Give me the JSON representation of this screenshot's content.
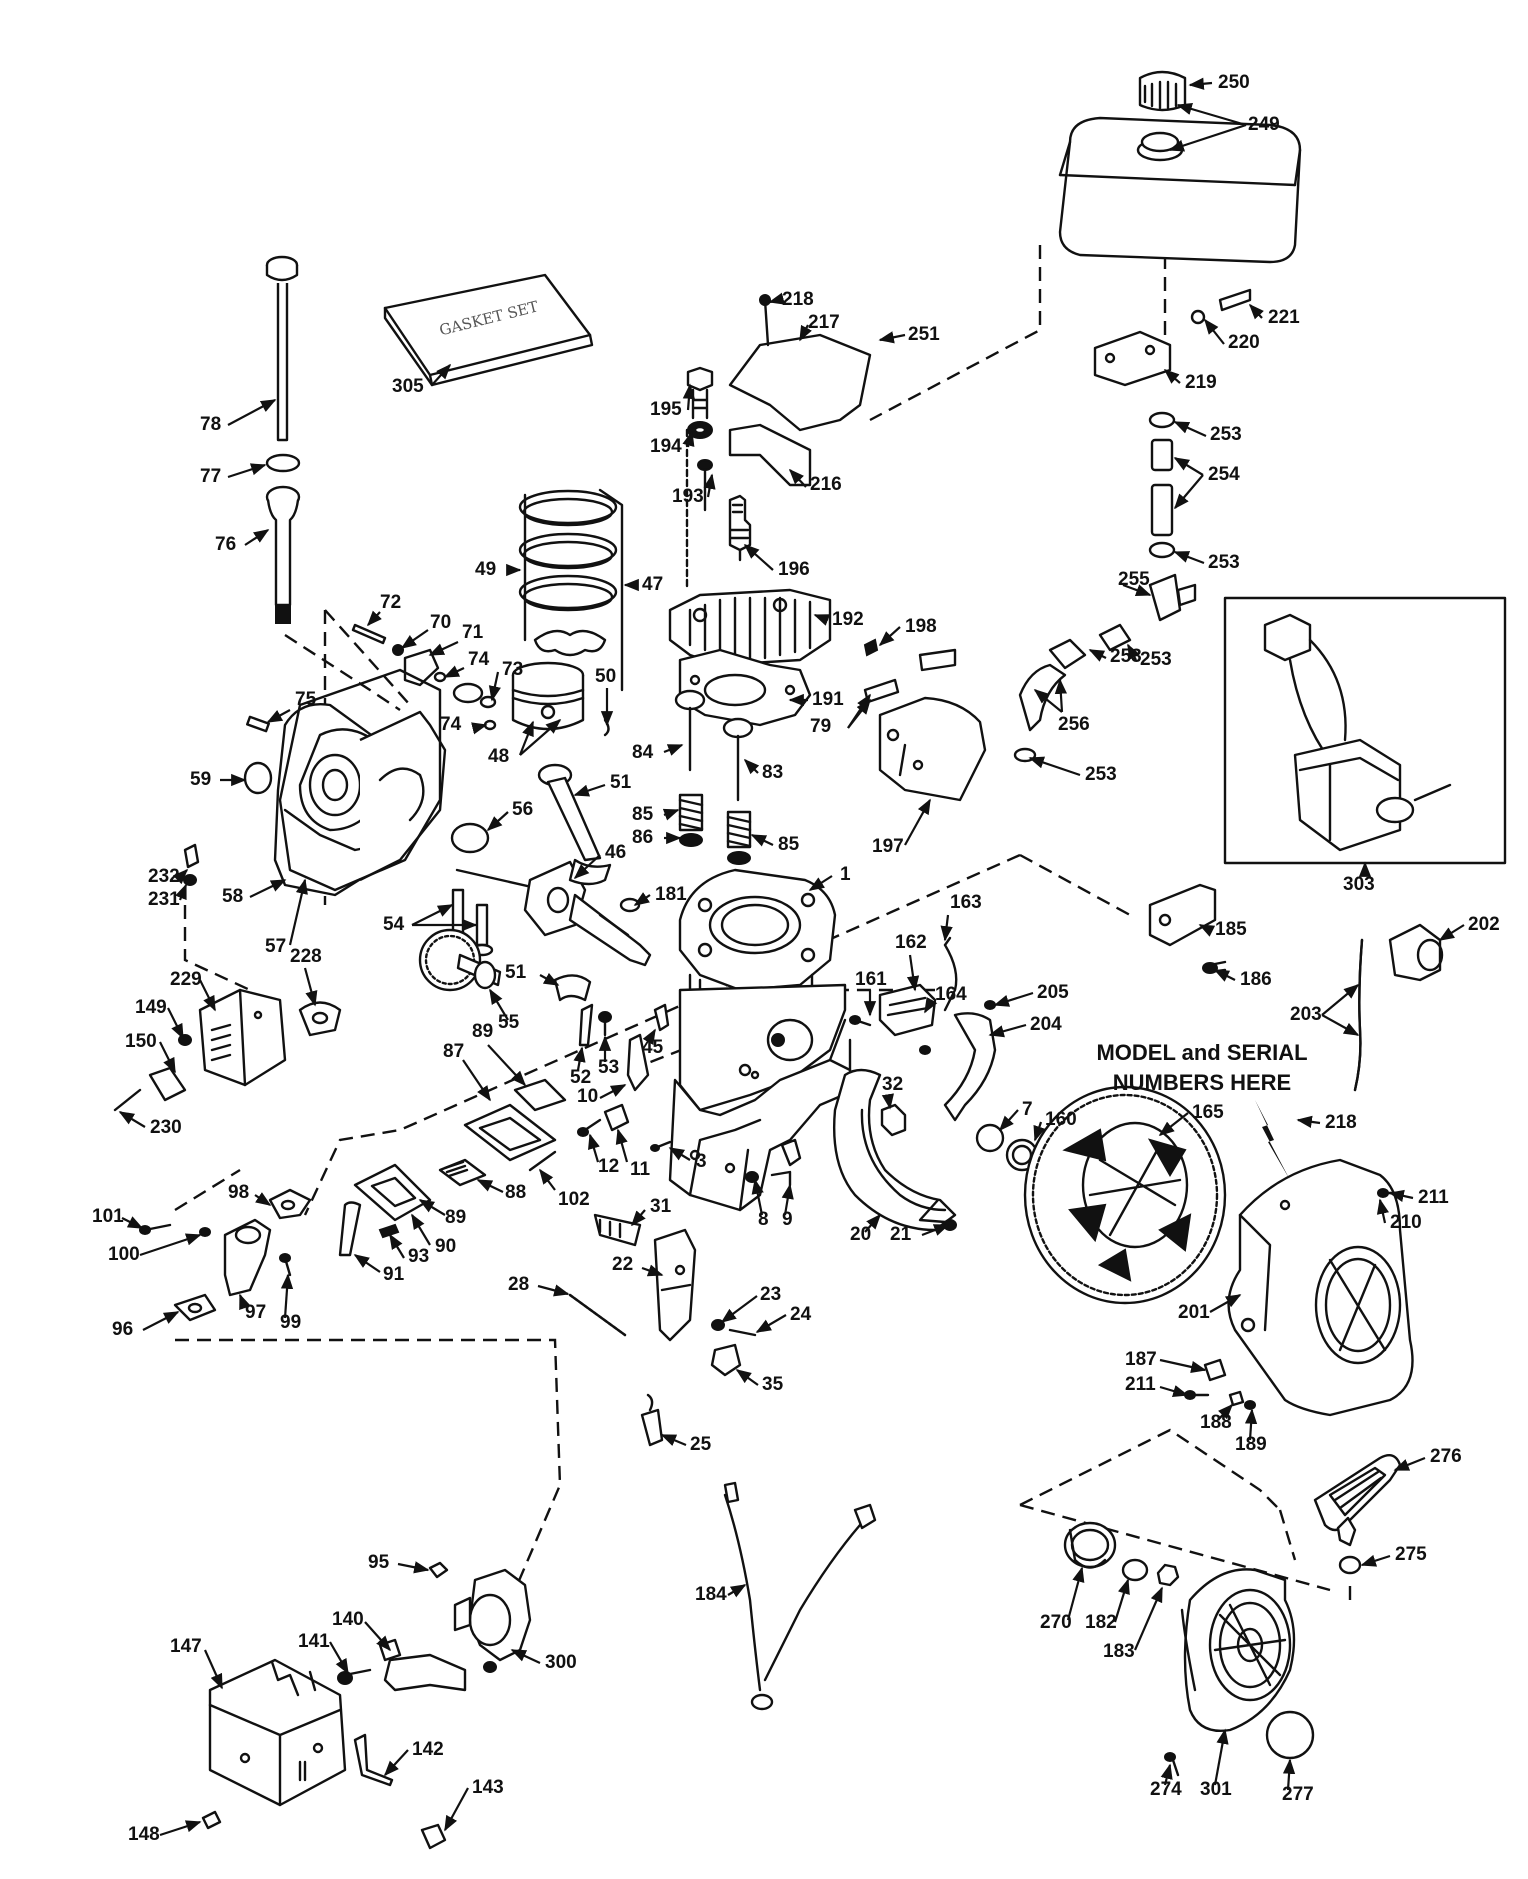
{
  "note": {
    "line1": "MODEL and SERIAL",
    "line2": "NUMBERS HERE"
  },
  "gasket_set_box_text": "GASKET SET",
  "callouts": [
    "1",
    "3",
    "7",
    "8",
    "9",
    "10",
    "11",
    "12",
    "20",
    "21",
    "22",
    "23",
    "24",
    "25",
    "28",
    "31",
    "32",
    "35",
    "45",
    "46",
    "47",
    "48",
    "49",
    "50",
    "51",
    "52",
    "53",
    "54",
    "55",
    "56",
    "57",
    "58",
    "59",
    "70",
    "71",
    "72",
    "73",
    "74",
    "75",
    "76",
    "77",
    "78",
    "79",
    "83",
    "84",
    "85",
    "86",
    "87",
    "88",
    "89",
    "90",
    "91",
    "93",
    "95",
    "96",
    "97",
    "98",
    "99",
    "100",
    "101",
    "102",
    "140",
    "141",
    "142",
    "143",
    "147",
    "148",
    "149",
    "150",
    "160",
    "161",
    "162",
    "163",
    "164",
    "165",
    "181",
    "182",
    "183",
    "184",
    "185",
    "186",
    "187",
    "188",
    "189",
    "191",
    "192",
    "193",
    "194",
    "195",
    "196",
    "197",
    "198",
    "201",
    "202",
    "203",
    "204",
    "205",
    "210",
    "211",
    "216",
    "217",
    "218",
    "219",
    "220",
    "221",
    "228",
    "229",
    "230",
    "231",
    "232",
    "249",
    "250",
    "251",
    "253",
    "254",
    "255",
    "256",
    "270",
    "274",
    "275",
    "276",
    "277",
    "300",
    "301",
    "303",
    "305"
  ]
}
